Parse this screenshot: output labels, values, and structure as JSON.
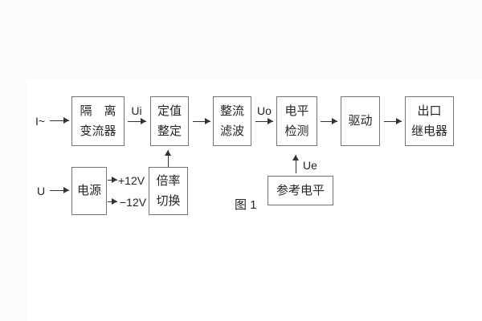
{
  "caption": "图 1",
  "blocks": {
    "isolation_transformer": {
      "line1": "隔　离",
      "line2": "变流器"
    },
    "setpoint_adjust": {
      "line1": "定值",
      "line2": "整定"
    },
    "rectify_filter": {
      "line1": "整流",
      "line2": "滤波"
    },
    "level_detect": {
      "line1": "电平",
      "line2": "检测"
    },
    "drive": {
      "label": "驱动"
    },
    "output_relay": {
      "line1": "出口",
      "line2": "继电器"
    },
    "power_supply": {
      "label": "电源"
    },
    "ratio_switch": {
      "line1": "倍率",
      "line2": "切换"
    },
    "reference_level": {
      "label": "参考电平"
    }
  },
  "signals": {
    "ac_current": "I~",
    "voltage_input": "U",
    "ui": "Ui",
    "uo": "Uo",
    "ue": "Ue",
    "plus_12v": "+12V",
    "minus_12v": "−12V"
  },
  "colors": {
    "box_border": "#757575",
    "text": "#262626",
    "arrow": "#333333",
    "diagram_background": "#ffffff",
    "page_background": "#fbfbfb"
  }
}
